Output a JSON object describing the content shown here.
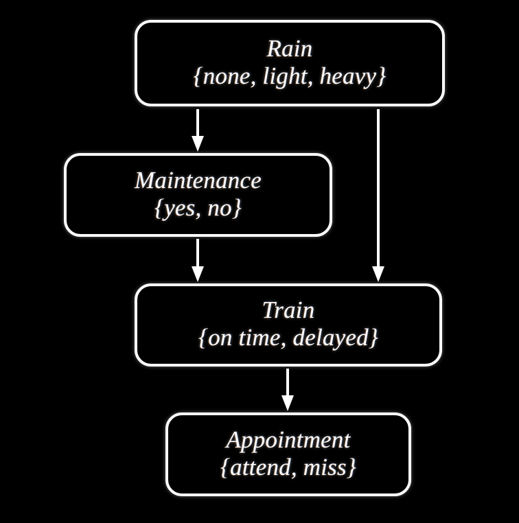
{
  "diagram": {
    "type": "bayesian-network",
    "background_color": "#000000",
    "node_border_color": "#ffffff",
    "text_color": "#ffffff",
    "edge_color": "#ffffff",
    "nodes": [
      {
        "id": "rain",
        "label": "Rain",
        "states": "{none, light, heavy}"
      },
      {
        "id": "maintenance",
        "label": "Maintenance",
        "states": "{yes, no}"
      },
      {
        "id": "train",
        "label": "Train",
        "states": "{on time, delayed}"
      },
      {
        "id": "appointment",
        "label": "Appointment",
        "states": "{attend, miss}"
      }
    ],
    "edges": [
      {
        "from": "Rain",
        "to": "Maintenance"
      },
      {
        "from": "Rain",
        "to": "Train"
      },
      {
        "from": "Maintenance",
        "to": "Train"
      },
      {
        "from": "Train",
        "to": "Appointment"
      }
    ]
  }
}
